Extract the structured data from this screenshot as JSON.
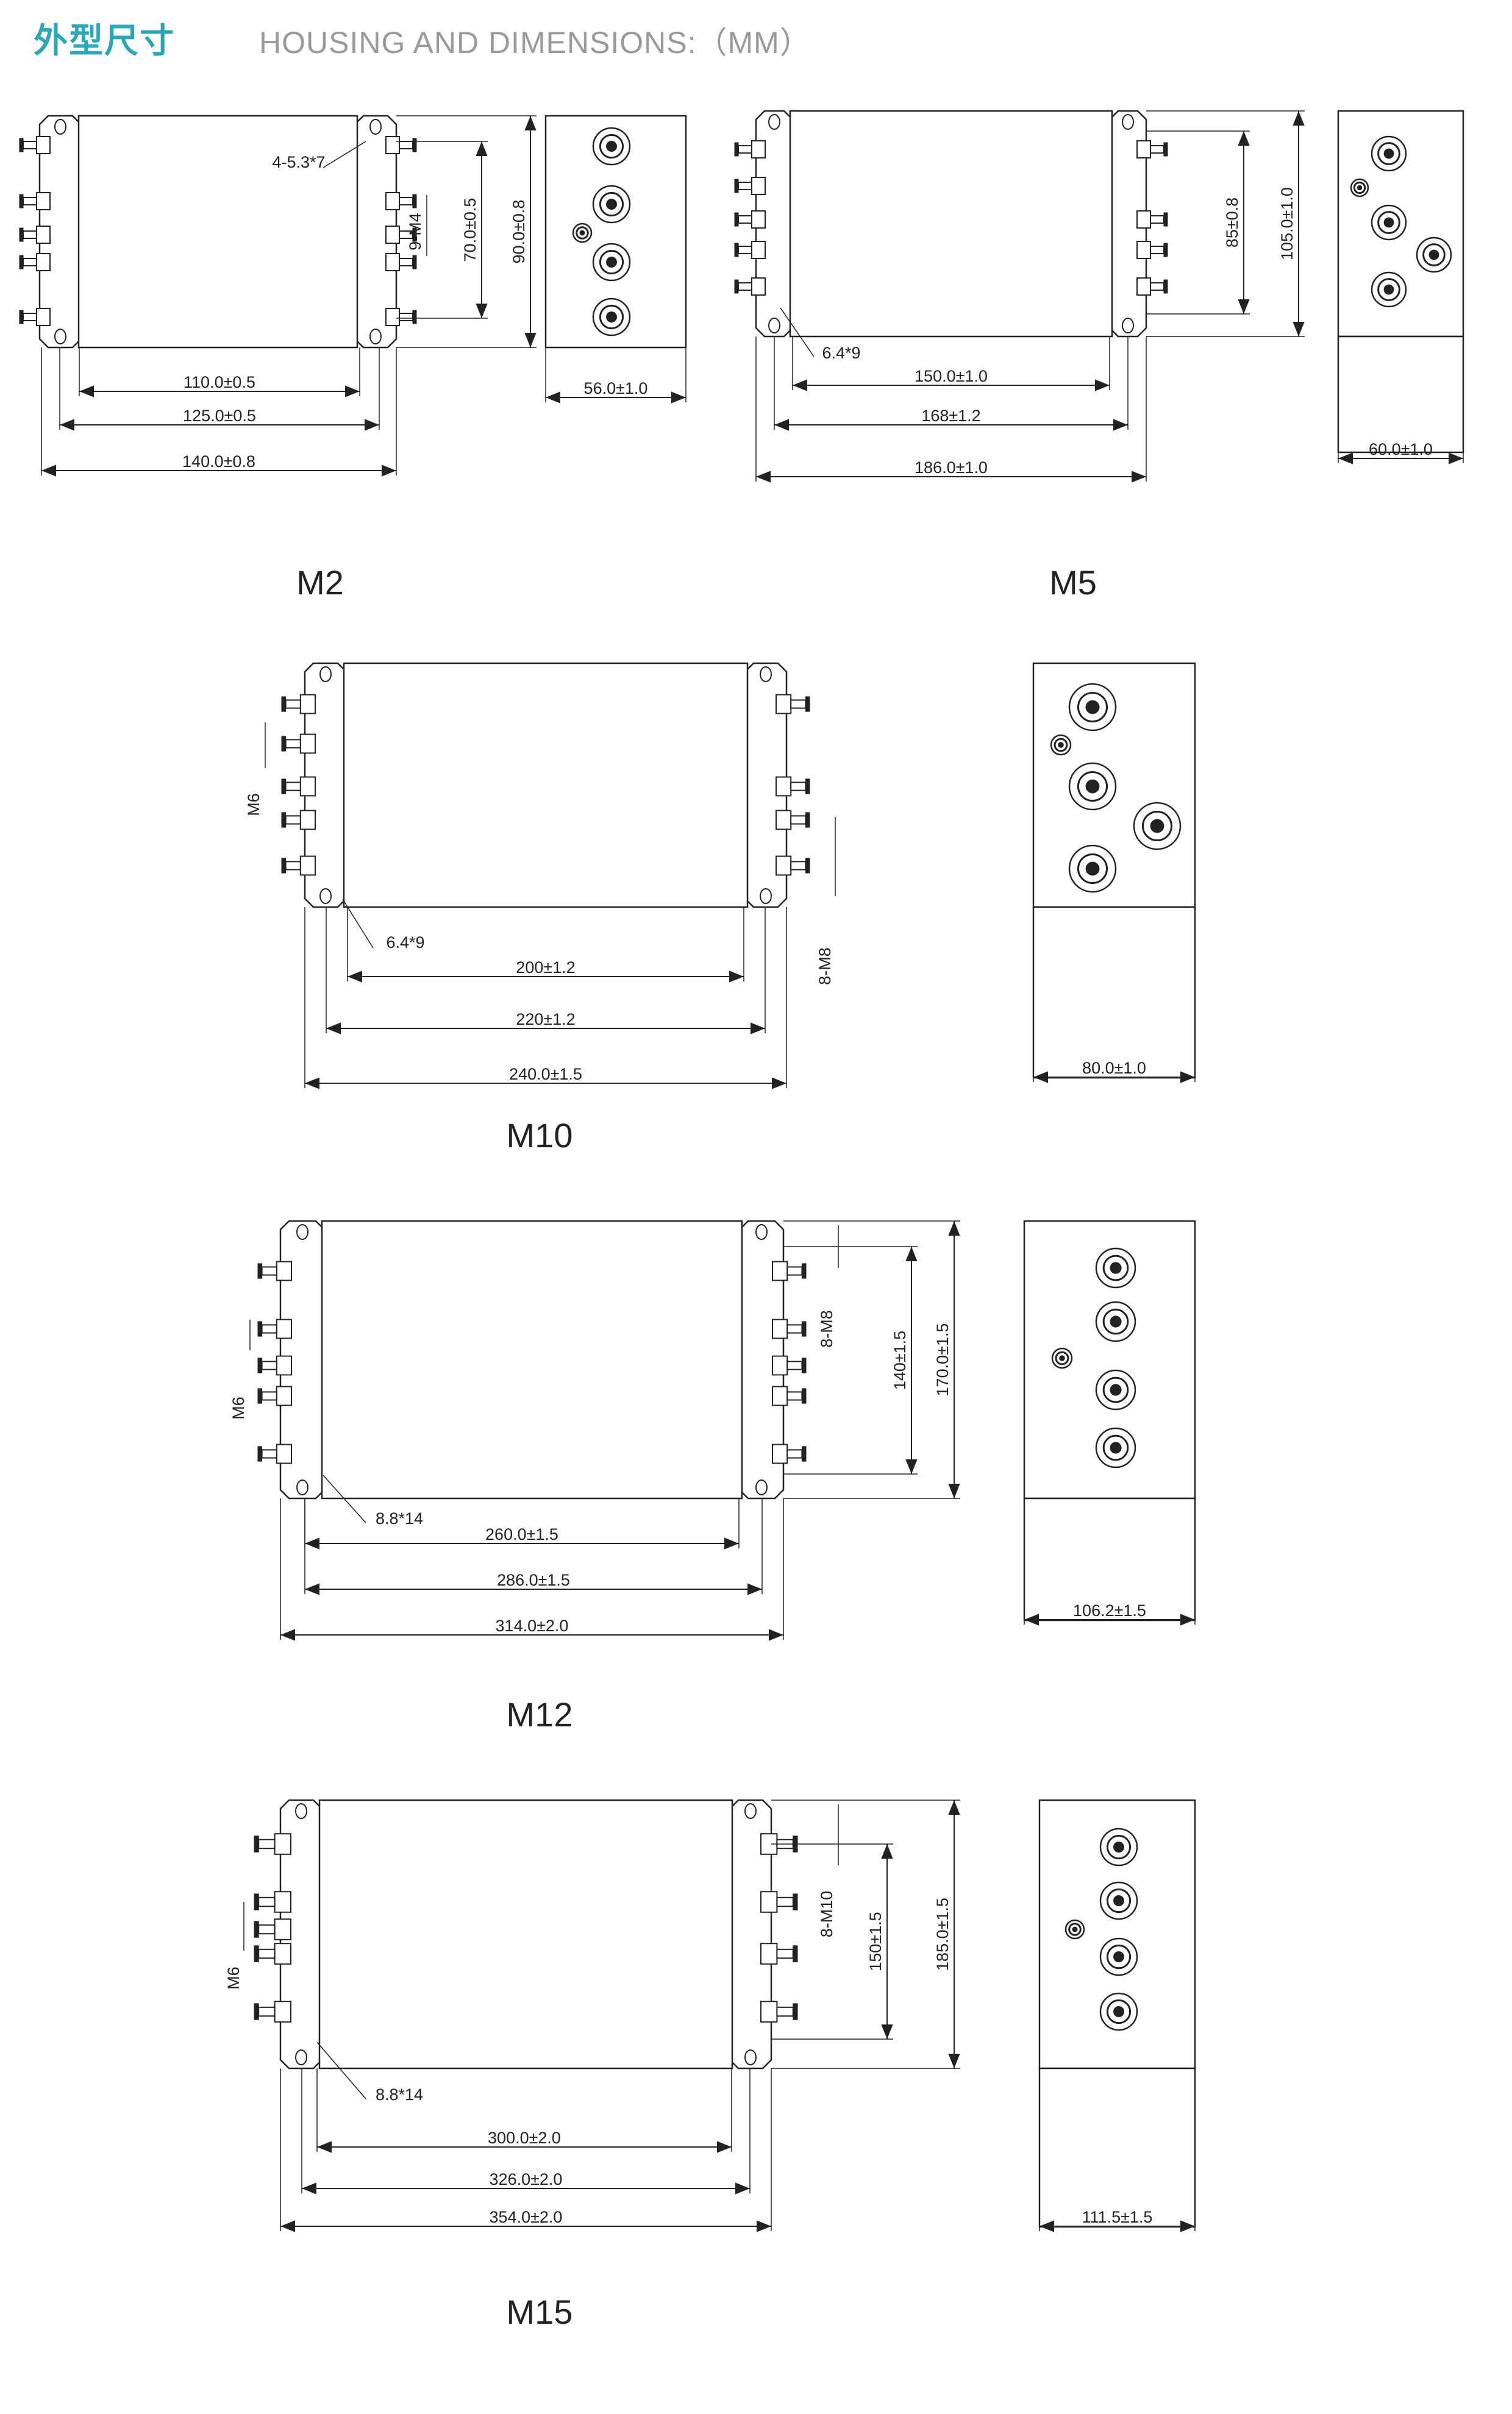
{
  "header": {
    "title_cn": "外型尺寸",
    "title_en": "HOUSING AND DIMENSIONS:（MM）"
  },
  "models": [
    {
      "name": "M2",
      "hole": "4-5.3*7",
      "stud": "9-M4",
      "dims": [
        "110.0±0.5",
        "125.0±0.5",
        "140.0±0.8",
        "70.0±0.5",
        "90.0±0.8",
        "56.0±1.0"
      ]
    },
    {
      "name": "M5",
      "hole": "6.4*9",
      "dims": [
        "150.0±1.0",
        "168±1.2",
        "186.0±1.0",
        "85±0.8",
        "105.0±1.0",
        "60.0±1.0"
      ]
    },
    {
      "name": "M10",
      "hole": "6.4*9",
      "stud_left": "M6",
      "stud_right": "8-M8",
      "dims": [
        "200±1.2",
        "220±1.2",
        "240.0±1.5",
        "80.0±1.0"
      ]
    },
    {
      "name": "M12",
      "hole": "8.8*14",
      "stud_left": "M6",
      "stud_right": "8-M8",
      "dims": [
        "260.0±1.5",
        "286.0±1.5",
        "314.0±2.0",
        "140±1.5",
        "170.0±1.5",
        "106.2±1.5"
      ]
    },
    {
      "name": "M15",
      "hole": "8.8*14",
      "stud_left": "M6",
      "stud_right": "8-M10",
      "dims": [
        "300.0±2.0",
        "326.0±2.0",
        "354.0±2.0",
        "150±1.5",
        "185.0±1.5",
        "111.5±1.5"
      ]
    }
  ]
}
